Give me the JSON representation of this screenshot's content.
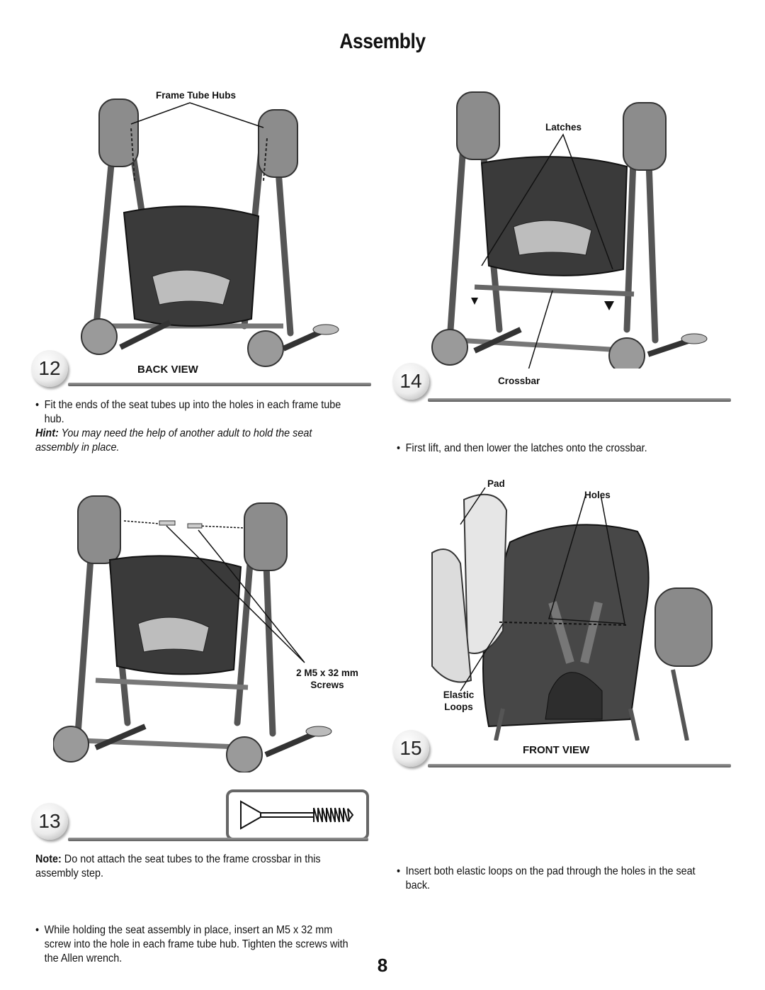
{
  "page": {
    "title": "Assembly",
    "page_number": "8"
  },
  "step12": {
    "number": "12",
    "view_label": "BACK VIEW",
    "callout_hubs": "Frame Tube Hubs",
    "instruction": "Fit the ends of the seat tubes up into the holes in each frame tube hub.",
    "hint_label": "Hint:",
    "hint_text": "You may need the help of another adult to hold the seat assembly in place."
  },
  "step13": {
    "number": "13",
    "callout_screws_1": "2 M5 x 32 mm",
    "callout_screws_2": "Screws",
    "note_label": "Note:",
    "note_text": "Do not attach the seat tubes to the frame crossbar in this assembly step.",
    "instruction": "While holding the seat assembly in place, insert an M5 x 32 mm screw into the hole in each frame tube hub. Tighten the screws with the Allen wrench."
  },
  "step14": {
    "number": "14",
    "callout_latches": "Latches",
    "callout_crossbar": "Crossbar",
    "instruction": "First lift, and then lower the latches onto the crossbar."
  },
  "step15": {
    "number": "15",
    "view_label": "FRONT VIEW",
    "callout_pad": "Pad",
    "callout_holes": "Holes",
    "callout_loops_1": "Elastic",
    "callout_loops_2": "Loops",
    "instruction": "Insert both elastic loops on the pad through the holes in the seat back."
  }
}
